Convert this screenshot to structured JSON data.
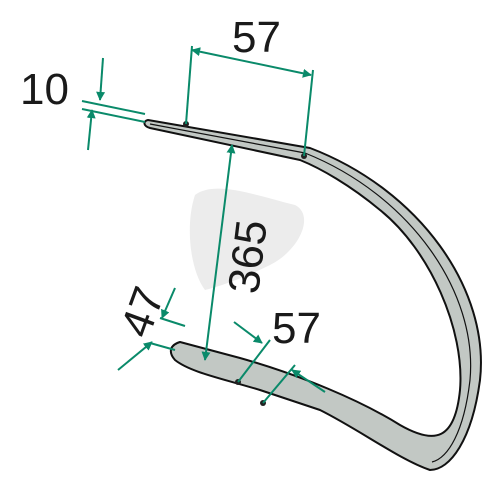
{
  "dimensions": {
    "top_hole_spacing": "57",
    "thickness": "10",
    "height": "365",
    "width": "47",
    "bottom_hole_spacing": "57"
  },
  "colors": {
    "part_fill": "#c2c8c4",
    "part_stroke": "#111111",
    "dimension_line": "#0a8a6a",
    "watermark": "#ececec",
    "text": "#1a1a1a"
  }
}
